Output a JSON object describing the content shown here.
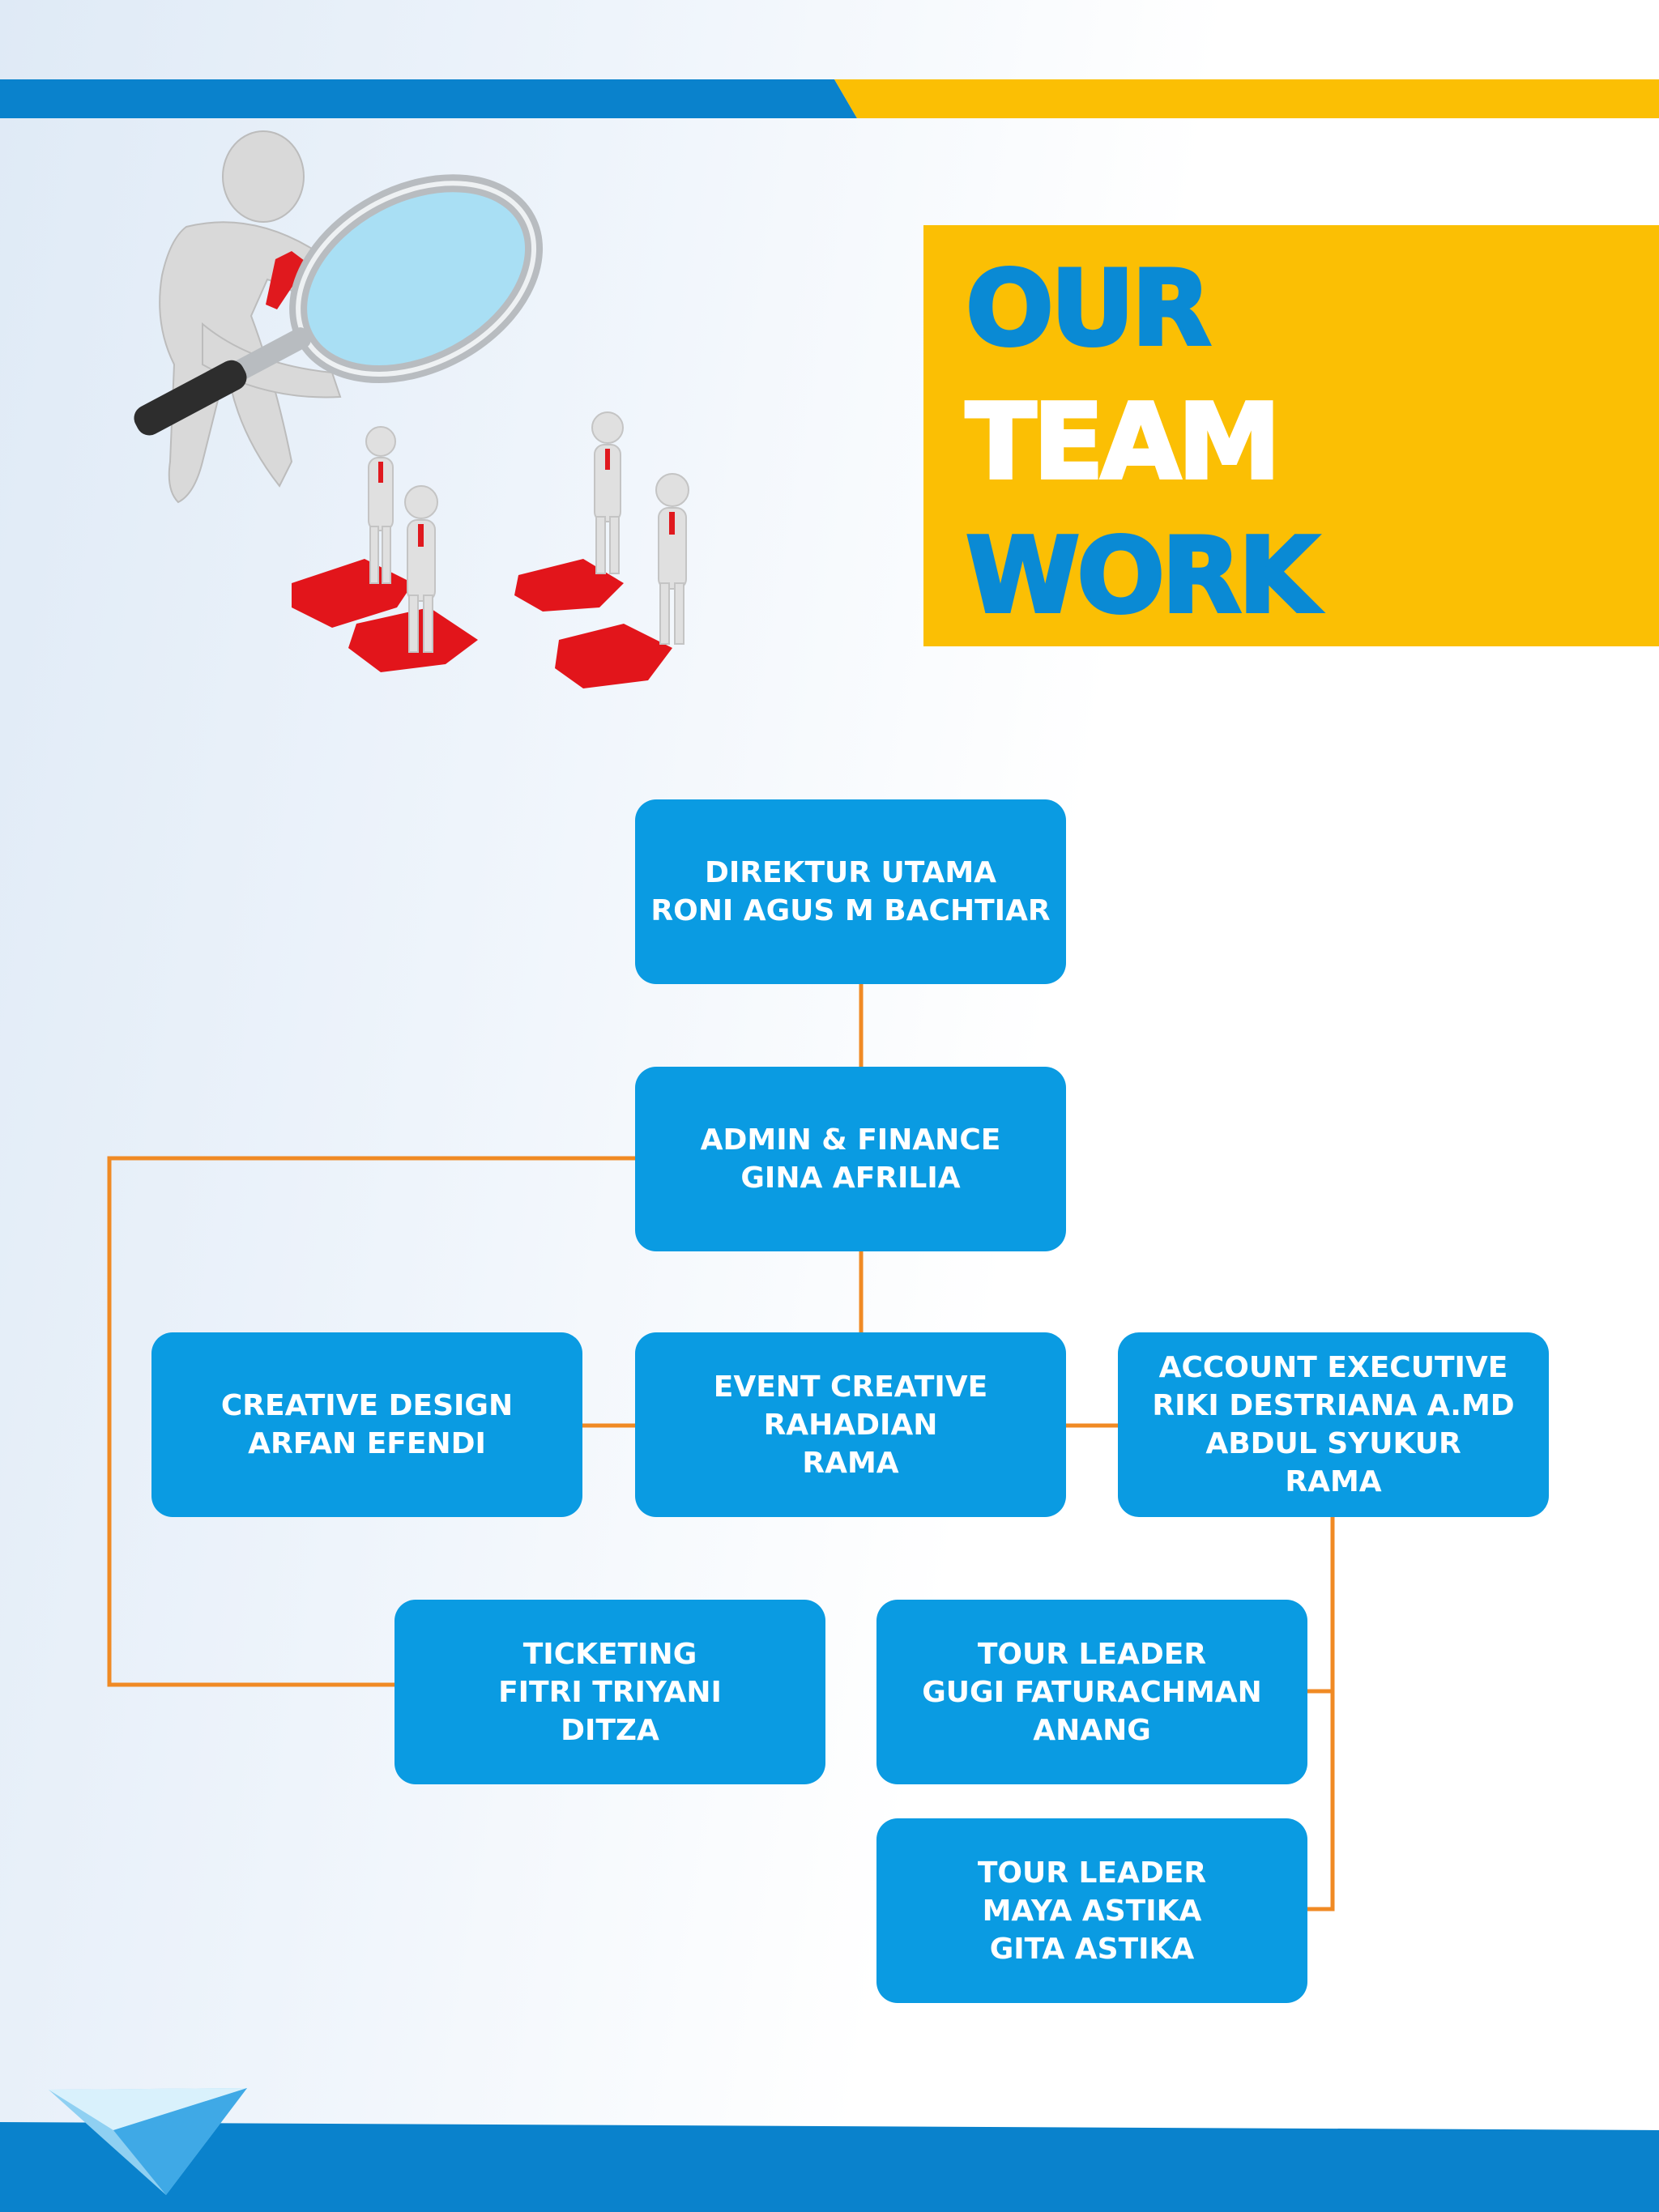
{
  "title": {
    "line1": "OUR",
    "line2": "TEAM",
    "line3": "WORK"
  },
  "colors": {
    "stripe_blue": "#0a82cc",
    "stripe_yellow": "#fbbf04",
    "box_blue": "#0a9be2",
    "connector_orange": "#f08a24",
    "title_blue": "#0a8ad4",
    "title_white": "#ffffff"
  },
  "icons": [
    "magnifying-glass-figure-illustration",
    "paper-plane-icon"
  ],
  "org_chart": {
    "director": {
      "role": "DIREKTUR UTAMA",
      "names": [
        "RONI AGUS M BACHTIAR"
      ]
    },
    "admin": {
      "role": "ADMIN & FINANCE",
      "names": [
        "GINA AFRILIA"
      ]
    },
    "creative_design": {
      "role": "CREATIVE DESIGN",
      "names": [
        "ARFAN EFENDI"
      ]
    },
    "event_creative": {
      "role": "EVENT CREATIVE",
      "names": [
        "RAHADIAN",
        "RAMA"
      ]
    },
    "account_executive": {
      "role": "ACCOUNT EXECUTIVE",
      "names": [
        "RIKI DESTRIANA A.MD",
        "ABDUL SYUKUR",
        "RAMA"
      ]
    },
    "ticketing": {
      "role": "TICKETING",
      "names": [
        "FITRI TRIYANI",
        "DITZA"
      ]
    },
    "tour_leader_1": {
      "role": "TOUR LEADER",
      "names": [
        "GUGI FATURACHMAN",
        "ANANG"
      ]
    },
    "tour_leader_2": {
      "role": "TOUR LEADER",
      "names": [
        "MAYA ASTIKA",
        "GITA ASTIKA"
      ]
    }
  }
}
